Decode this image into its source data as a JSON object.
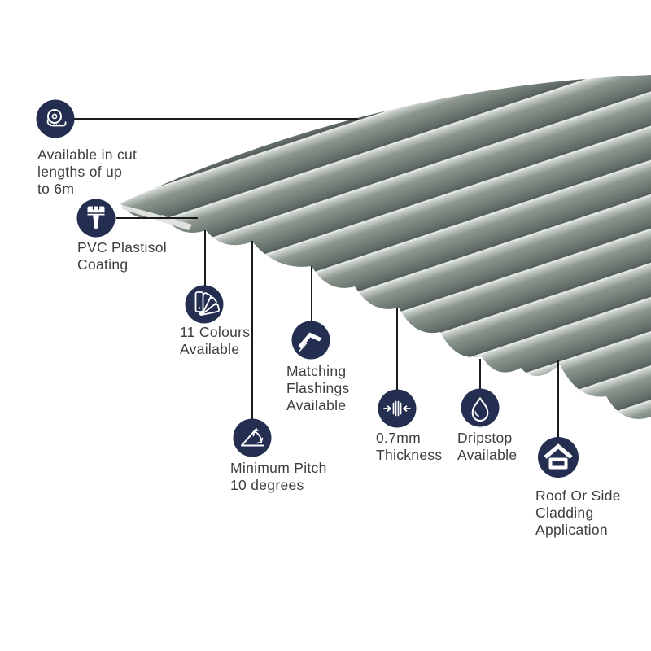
{
  "colors": {
    "accent_navy": "#242e50",
    "leader_line": "#1b1b1b",
    "text": "#3e3e3e",
    "sheet_highlight": "#eef0ee",
    "sheet_mid": "#75817a",
    "sheet_shadow": "#515c56",
    "background": "#ffffff"
  },
  "product": {
    "graphic": "corrugated sheet"
  },
  "features": [
    {
      "id": "cut-lengths",
      "icon": "tape-measure-icon",
      "label": "Available in cut\nlengths of up\nto 6m"
    },
    {
      "id": "pvc-coating",
      "icon": "paintbrush-icon",
      "label": "PVC Plastisol\nCoating"
    },
    {
      "id": "colours",
      "icon": "colour-swatch-fan-icon",
      "label": "11 Colours\nAvailable"
    },
    {
      "id": "flashings",
      "icon": "flashing-icon",
      "label": "Matching\nFlashings\nAvailable"
    },
    {
      "id": "pitch",
      "icon": "pitch-angle-icon",
      "label": "Minimum Pitch\n10 degrees"
    },
    {
      "id": "thickness",
      "icon": "thickness-arrows-icon",
      "label": "0.7mm\nThickness"
    },
    {
      "id": "dripstop",
      "icon": "droplet-icon",
      "label": "Dripstop\nAvailable"
    },
    {
      "id": "cladding",
      "icon": "house-icon",
      "label": "Roof Or Side\nCladding\nApplication"
    }
  ]
}
